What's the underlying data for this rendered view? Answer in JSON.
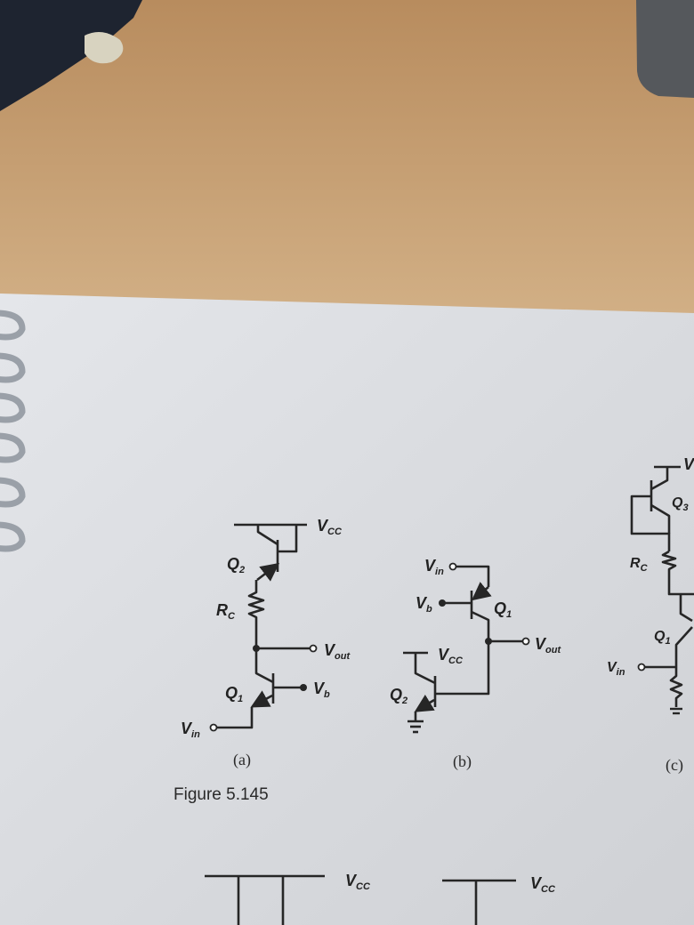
{
  "figure_caption": "Figure 5.145",
  "circuit_a": {
    "caption": "(a)",
    "vcc": {
      "main": "V",
      "sub": "CC"
    },
    "q2": {
      "main": "Q",
      "sub": "2"
    },
    "rc": {
      "main": "R",
      "sub": "C"
    },
    "vout": {
      "main": "V",
      "sub": "out"
    },
    "q1": {
      "main": "Q",
      "sub": "1"
    },
    "vb": {
      "main": "V",
      "sub": "b"
    },
    "vin": {
      "main": "V",
      "sub": "in"
    }
  },
  "circuit_b": {
    "caption": "(b)",
    "vin": {
      "main": "V",
      "sub": "in"
    },
    "vb": {
      "main": "V",
      "sub": "b"
    },
    "q1": {
      "main": "Q",
      "sub": "1"
    },
    "vout": {
      "main": "V",
      "sub": "out"
    },
    "vcc": {
      "main": "V",
      "sub": "CC"
    },
    "q2": {
      "main": "Q",
      "sub": "2"
    }
  },
  "circuit_c": {
    "caption": "(c)",
    "vtop": "V",
    "q3": {
      "main": "Q",
      "sub": "3"
    },
    "rc": {
      "main": "R",
      "sub": "C"
    },
    "q1": {
      "main": "Q",
      "sub": "1"
    },
    "vin": {
      "main": "V",
      "sub": "in"
    }
  },
  "next_figure": {
    "vcc_left": {
      "main": "V",
      "sub": "CC"
    },
    "vcc_right": {
      "main": "V",
      "sub": "CC"
    }
  }
}
